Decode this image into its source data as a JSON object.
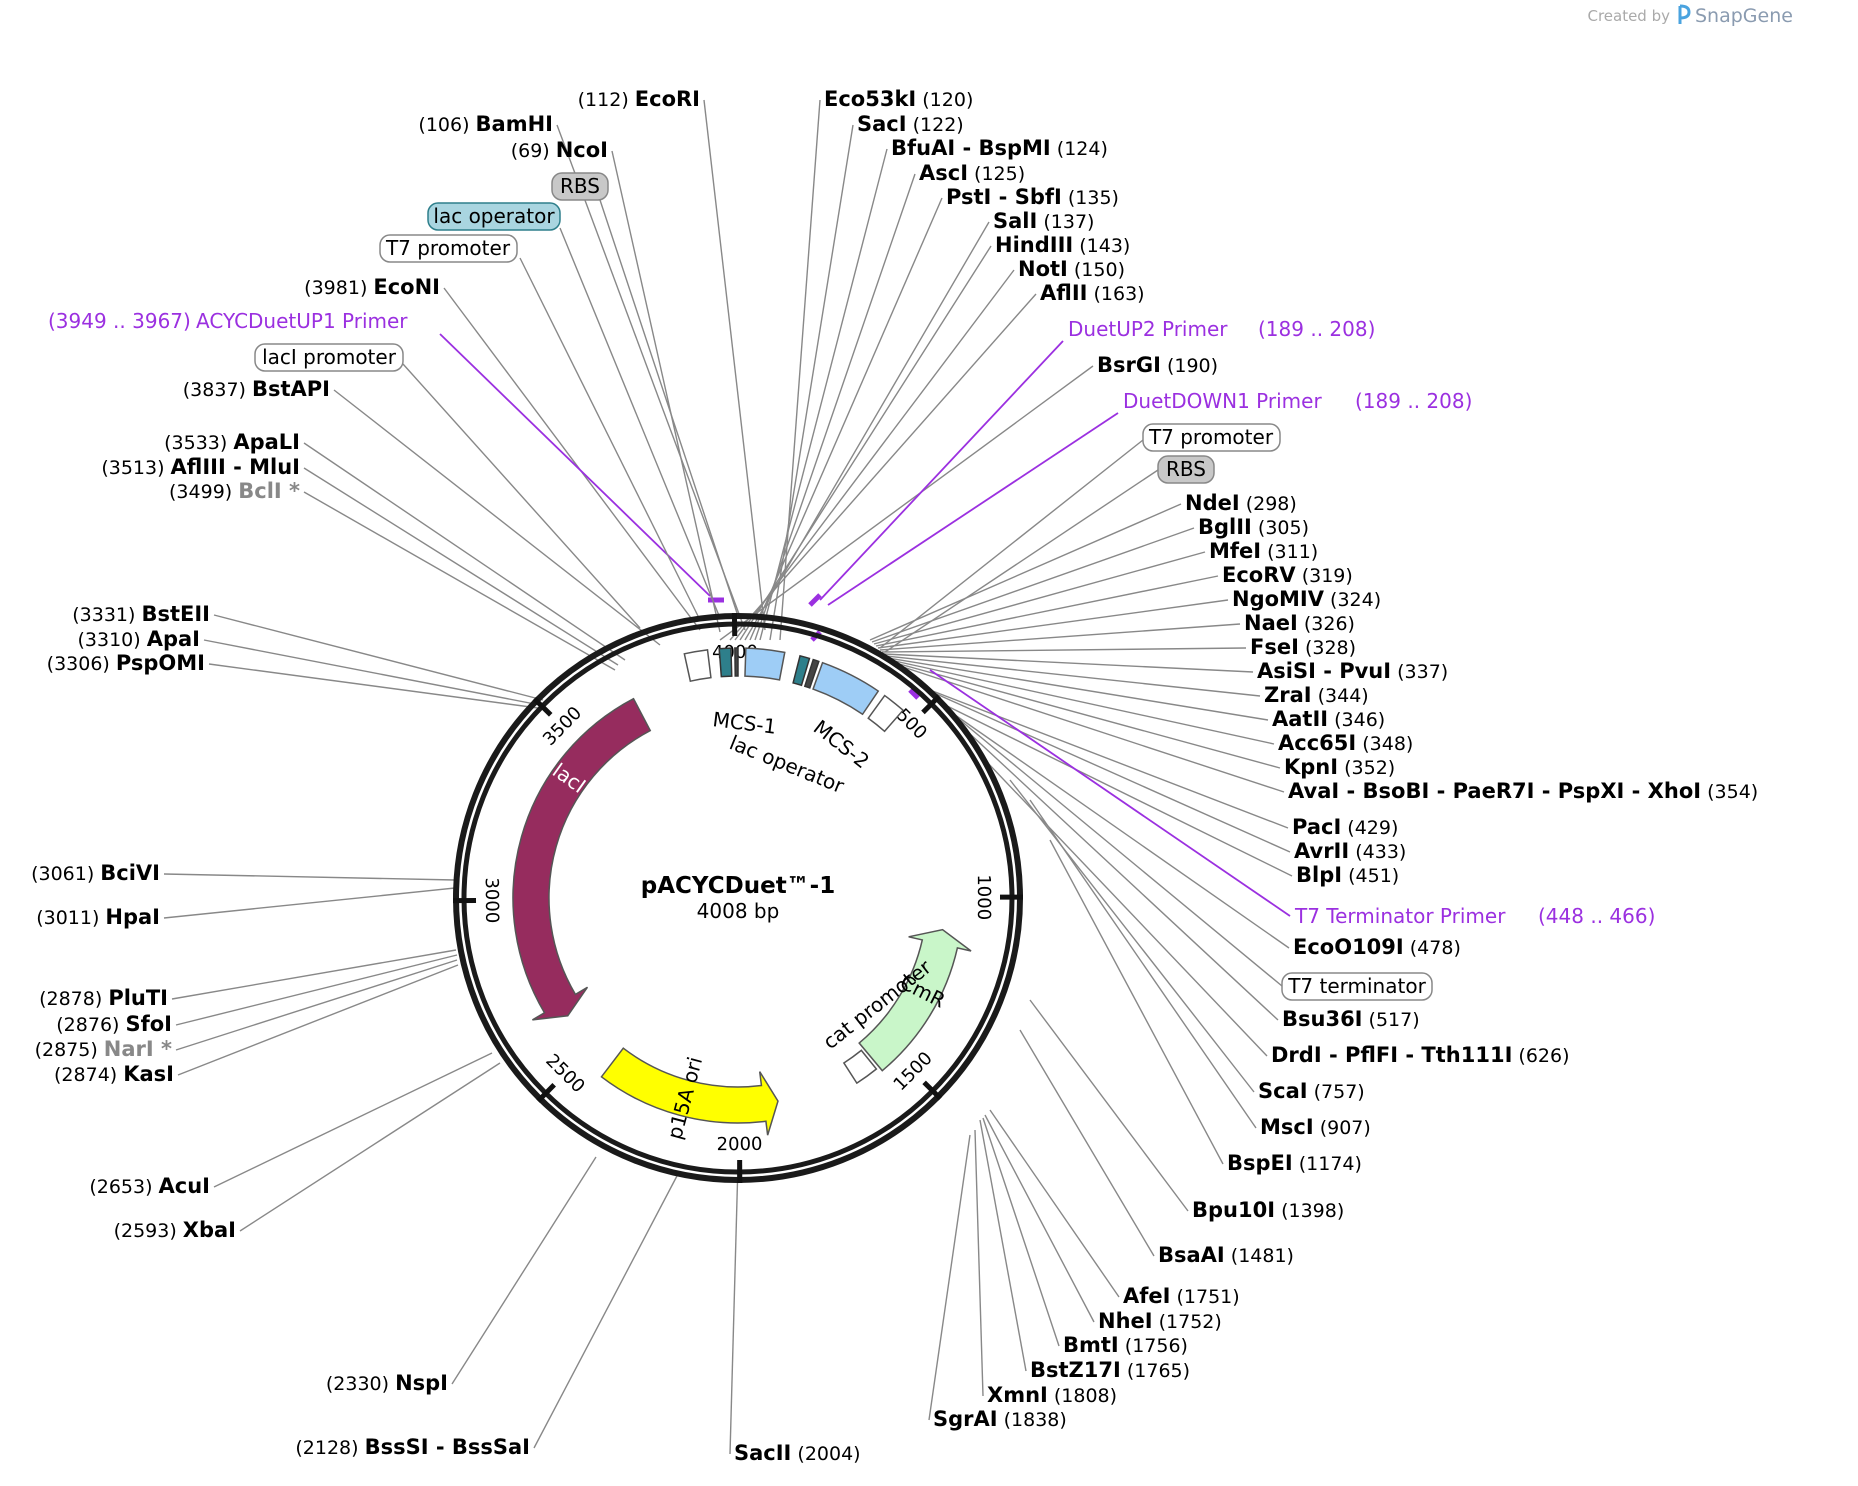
{
  "credit": {
    "prefix": "Created by",
    "brand": "SnapGene"
  },
  "plasmid": {
    "name": "pACYCDuet™-1",
    "length_label": "4008 bp",
    "length": 4008
  },
  "colors": {
    "ring": "#1a1a1a",
    "lacI": "#962c5e",
    "CmR": "#c9f6c9",
    "p15A": "#ffff00",
    "mcs": "#9ecdf6",
    "operator": "#2e7f8b",
    "primer": "#9b30e0",
    "line": "#888888"
  },
  "ticks": [
    {
      "label": "500",
      "bp": 500
    },
    {
      "label": "1000",
      "bp": 1000
    },
    {
      "label": "1500",
      "bp": 1500
    },
    {
      "label": "2000",
      "bp": 2000
    },
    {
      "label": "2500",
      "bp": 2500
    },
    {
      "label": "3000",
      "bp": 3000
    },
    {
      "label": "3500",
      "bp": 3500
    },
    {
      "label": "4000",
      "bp": 4000
    }
  ],
  "features": [
    {
      "name": "lacI",
      "start": 2620,
      "end": 3700,
      "dir": -1,
      "color": "#962c5e",
      "labelColor": "#ffffff",
      "label_bp": 3400
    },
    {
      "name": "CmR",
      "start": 1100,
      "end": 1560,
      "dir": -1,
      "color": "#c9f6c9",
      "labelColor": "#000000",
      "label_bp": 1300
    },
    {
      "name": "p15A ori",
      "start": 1880,
      "end": 2420,
      "dir": -1,
      "color": "#ffff00",
      "labelColor": "#000000",
      "label_bp": 2170
    }
  ],
  "feature_labels": [
    {
      "text": "MCS-1"
    },
    {
      "text": "lac operator"
    },
    {
      "text": "MCS-2"
    },
    {
      "text": "cat promoter"
    }
  ],
  "boxed_labels": [
    {
      "text": "RBS",
      "style": "gray"
    },
    {
      "text": "lac operator",
      "style": "teal"
    },
    {
      "text": "T7 promoter",
      "style": "plain"
    },
    {
      "text": "lacI promoter",
      "style": "plain"
    },
    {
      "text": "T7 promoter",
      "style": "plain"
    },
    {
      "text": "RBS",
      "style": "gray"
    },
    {
      "text": "T7 terminator",
      "style": "plain"
    }
  ],
  "primers": [
    {
      "name": "ACYCDuetUP1 Primer",
      "pos": "(3949 .. 3967)"
    },
    {
      "name": "DuetUP2 Primer",
      "pos": "(189 .. 208)"
    },
    {
      "name": "DuetDOWN1 Primer",
      "pos": "(189 .. 208)"
    },
    {
      "name": "T7 Terminator Primer",
      "pos": "(448 .. 466)"
    }
  ],
  "sites_left": [
    {
      "name": "EcoRI",
      "pos": "(112)"
    },
    {
      "name": "BamHI",
      "pos": "(106)"
    },
    {
      "name": "NcoI",
      "pos": "(69)"
    },
    {
      "name": "EcoNI",
      "pos": "(3981)"
    },
    {
      "name": "BstAPI",
      "pos": "(3837)"
    },
    {
      "name": "ApaLI",
      "pos": "(3533)"
    },
    {
      "name": "AflIII - MluI",
      "pos": "(3513)"
    },
    {
      "name": "BclI *",
      "pos": "(3499)",
      "gray": true
    },
    {
      "name": "BstEII",
      "pos": "(3331)"
    },
    {
      "name": "ApaI",
      "pos": "(3310)"
    },
    {
      "name": "PspOMI",
      "pos": "(3306)"
    },
    {
      "name": "BciVI",
      "pos": "(3061)"
    },
    {
      "name": "HpaI",
      "pos": "(3011)"
    },
    {
      "name": "PluTI",
      "pos": "(2878)"
    },
    {
      "name": "SfoI",
      "pos": "(2876)"
    },
    {
      "name": "NarI *",
      "pos": "(2875)",
      "gray": true
    },
    {
      "name": "KasI",
      "pos": "(2874)"
    },
    {
      "name": "AcuI",
      "pos": "(2653)"
    },
    {
      "name": "XbaI",
      "pos": "(2593)"
    },
    {
      "name": "NspI",
      "pos": "(2330)"
    },
    {
      "name": "BssSI - BssSaI",
      "pos": "(2128)"
    }
  ],
  "sites_right": [
    {
      "name": "Eco53kI",
      "pos": "(120)"
    },
    {
      "name": "SacI",
      "pos": "(122)"
    },
    {
      "name": "BfuAI - BspMI",
      "pos": "(124)"
    },
    {
      "name": "AscI",
      "pos": "(125)"
    },
    {
      "name": "PstI - SbfI",
      "pos": "(135)"
    },
    {
      "name": "SalI",
      "pos": "(137)"
    },
    {
      "name": "HindIII",
      "pos": "(143)"
    },
    {
      "name": "NotI",
      "pos": "(150)"
    },
    {
      "name": "AflII",
      "pos": "(163)"
    },
    {
      "name": "BsrGI",
      "pos": "(190)"
    },
    {
      "name": "NdeI",
      "pos": "(298)"
    },
    {
      "name": "BglII",
      "pos": "(305)"
    },
    {
      "name": "MfeI",
      "pos": "(311)"
    },
    {
      "name": "EcoRV",
      "pos": "(319)"
    },
    {
      "name": "NgoMIV",
      "pos": "(324)"
    },
    {
      "name": "NaeI",
      "pos": "(326)"
    },
    {
      "name": "FseI",
      "pos": "(328)"
    },
    {
      "name": "AsiSI - PvuI",
      "pos": "(337)"
    },
    {
      "name": "ZraI",
      "pos": "(344)"
    },
    {
      "name": "AatII",
      "pos": "(346)"
    },
    {
      "name": "Acc65I",
      "pos": "(348)"
    },
    {
      "name": "KpnI",
      "pos": "(352)"
    },
    {
      "name": "AvaI - BsoBI - PaeR7I - PspXI - XhoI",
      "pos": "(354)"
    },
    {
      "name": "PacI",
      "pos": "(429)"
    },
    {
      "name": "AvrII",
      "pos": "(433)"
    },
    {
      "name": "BlpI",
      "pos": "(451)"
    },
    {
      "name": "EcoO109I",
      "pos": "(478)"
    },
    {
      "name": "Bsu36I",
      "pos": "(517)"
    },
    {
      "name": "DrdI - PflFI - Tth111I",
      "pos": "(626)"
    },
    {
      "name": "ScaI",
      "pos": "(757)"
    },
    {
      "name": "MscI",
      "pos": "(907)"
    },
    {
      "name": "BspEI",
      "pos": "(1174)"
    },
    {
      "name": "Bpu10I",
      "pos": "(1398)"
    },
    {
      "name": "BsaAI",
      "pos": "(1481)"
    },
    {
      "name": "AfeI",
      "pos": "(1751)"
    },
    {
      "name": "NheI",
      "pos": "(1752)"
    },
    {
      "name": "BmtI",
      "pos": "(1756)"
    },
    {
      "name": "BstZ17I",
      "pos": "(1765)"
    },
    {
      "name": "XmnI",
      "pos": "(1808)"
    },
    {
      "name": "SgrAI",
      "pos": "(1838)"
    },
    {
      "name": "SacII",
      "pos": "(2004)"
    }
  ]
}
